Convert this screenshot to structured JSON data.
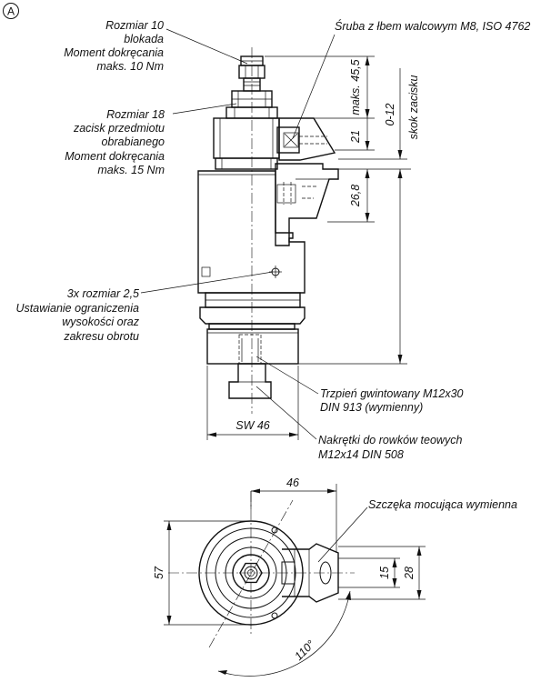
{
  "view_marker": "A",
  "labels": {
    "rozmiar10": [
      "Rozmiar 10",
      "blokada",
      "Moment dokręcania",
      "maks. 10 Nm"
    ],
    "rozmiar18": [
      "Rozmiar 18",
      "zacisk przedmiotu",
      "obrabianego",
      "Moment dokręcania",
      "maks. 15 Nm"
    ],
    "rozmiar25": [
      "3x rozmiar 2,5",
      "Ustawianie ograniczenia",
      "wysokości oraz",
      "zakresu obrotu"
    ],
    "sruba": "Śruba z łbem walcowym M8, ISO 4762",
    "trzpien": [
      "Trzpień gwintowany M12x30",
      "DIN 913 (wymienny)"
    ],
    "nakretki": [
      "Nakrętki do rowków teowych",
      "M12x14 DIN 508"
    ],
    "szczeka": "Szczęka mocująca wymienna"
  },
  "dimensions": {
    "maks_455": "maks. 45,5",
    "d21": "21",
    "d268": "26,8",
    "zero12": "0-12",
    "skok": "skok zacisku",
    "sw46": "SW 46",
    "top46": "46",
    "d57": "57",
    "d15": "15",
    "d28": "28",
    "angle": "110°"
  }
}
